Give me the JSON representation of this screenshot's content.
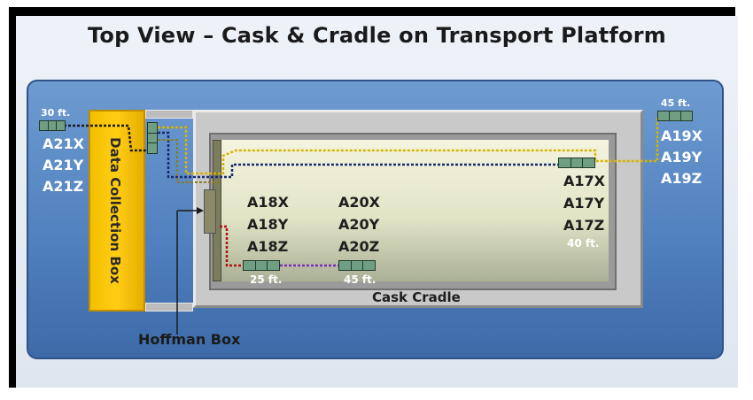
{
  "title": "Top View – Cask & Cradle on Transport Platform",
  "labels": {
    "data_collection_box": "Data Collection Box",
    "cask_cradle": "Cask Cradle",
    "hoffman_box": "Hoffman Box"
  },
  "sensor_groups": {
    "a21": {
      "distance": "30 ft.",
      "lines": [
        "A21X",
        "A21Y",
        "A21Z"
      ]
    },
    "a19": {
      "distance": "45 ft.",
      "lines": [
        "A19X",
        "A19Y",
        "A19Z"
      ]
    },
    "a18": {
      "distance": "25 ft.",
      "lines": [
        "A18X",
        "A18Y",
        "A18Z"
      ]
    },
    "a20": {
      "distance": "45 ft.",
      "lines": [
        "A20X",
        "A20Y",
        "A20Z"
      ]
    },
    "a17": {
      "distance": "40 ft.",
      "lines": [
        "A17X",
        "A17Y",
        "A17Z"
      ]
    }
  },
  "colors": {
    "platform": "#4f7fbe",
    "data_collection_box": "#ffcd14",
    "cradle": "#c9c9c9",
    "wire_navy": "#1a2a6e",
    "wire_yellow": "#d8b400",
    "wire_red": "#b01010",
    "wire_purple": "#7a2ab8",
    "wire_olive": "#8a7a20"
  }
}
